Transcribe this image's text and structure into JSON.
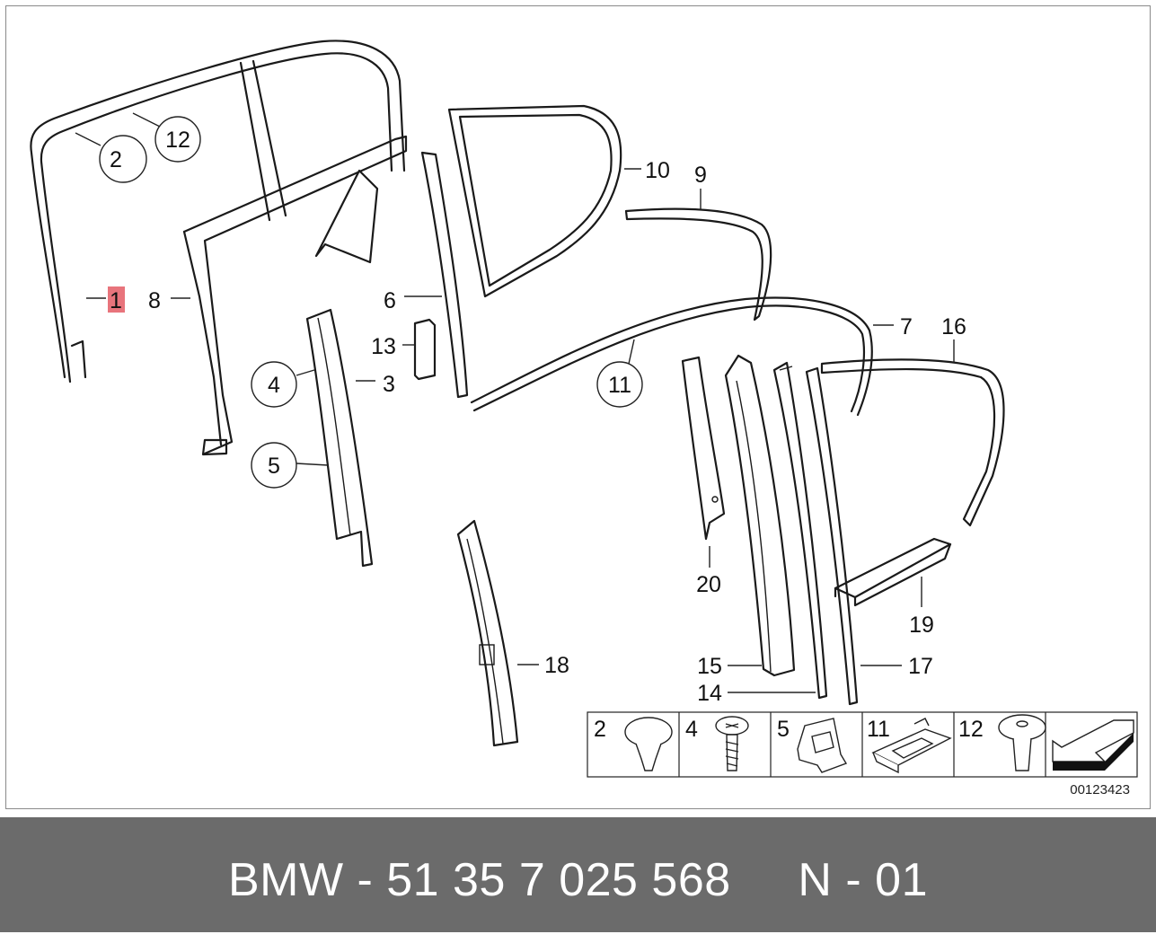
{
  "diagram": {
    "callouts": {
      "c1": "1",
      "c2": "2",
      "c3": "3",
      "c4": "4",
      "c5": "5",
      "c6": "6",
      "c7": "7",
      "c8": "8",
      "c9": "9",
      "c10": "10",
      "c11": "11",
      "c12": "12",
      "c13": "13",
      "c14": "14",
      "c15": "15",
      "c16": "16",
      "c17": "17",
      "c18": "18",
      "c19": "19",
      "c20": "20"
    },
    "highlight_color": "#e8747c",
    "legend": {
      "cells": [
        {
          "number": "2",
          "icon": "push-rivet-icon"
        },
        {
          "number": "4",
          "icon": "screw-icon"
        },
        {
          "number": "5",
          "icon": "clip-icon"
        },
        {
          "number": "11",
          "icon": "retainer-clip-icon"
        },
        {
          "number": "12",
          "icon": "expanding-rivet-icon"
        },
        {
          "number": "",
          "icon": "direction-arrow-icon"
        }
      ]
    },
    "drawing_number": "00123423"
  },
  "footer": {
    "text": "BMW - 51 35 7 025 568     N - 01",
    "background": "#6b6b6b",
    "color": "#ffffff"
  }
}
